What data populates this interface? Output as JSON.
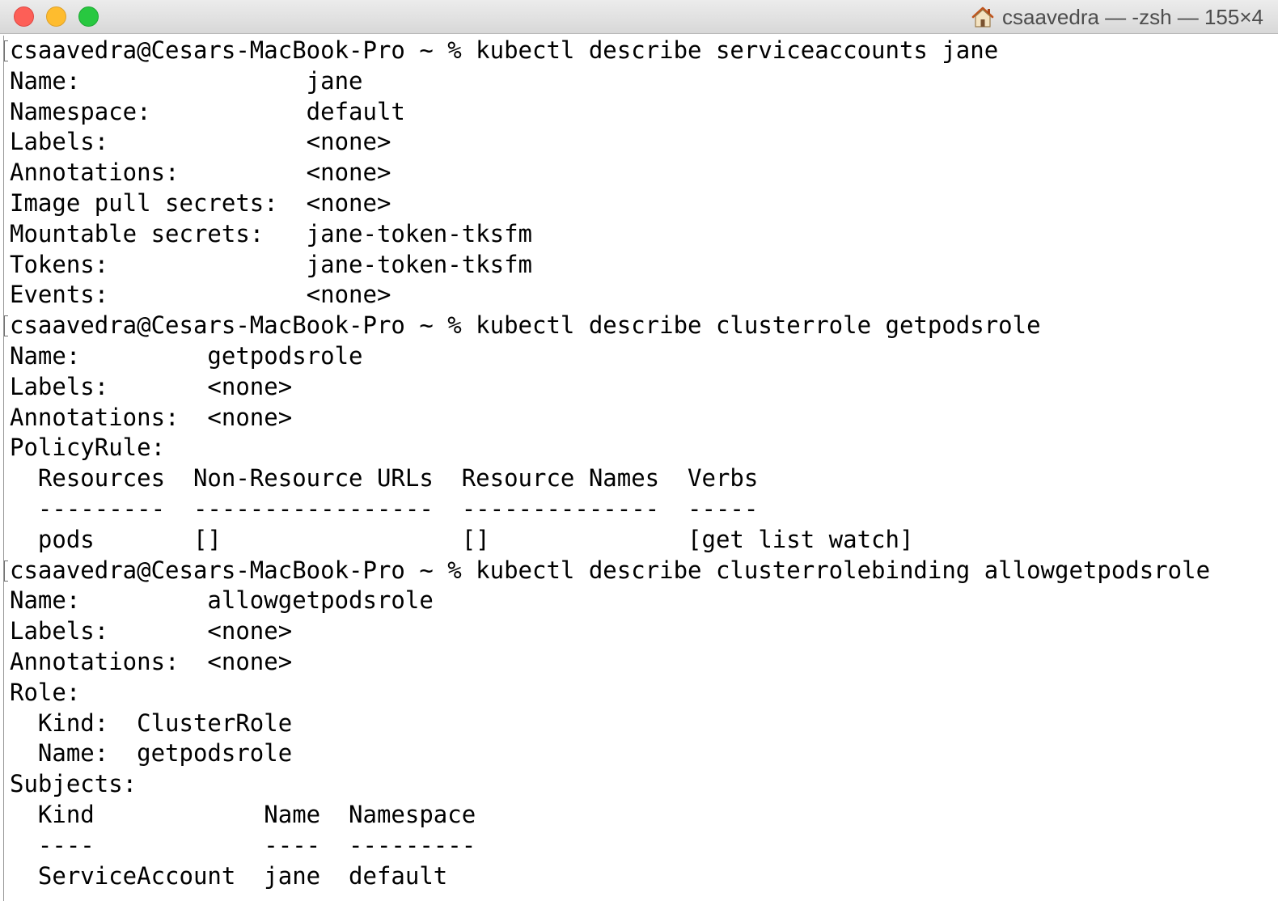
{
  "window": {
    "title": "csaavedra — -zsh — 155×4"
  },
  "terminal": {
    "lines": [
      "csaavedra@Cesars-MacBook-Pro ~ % kubectl describe serviceaccounts jane",
      "Name:                jane",
      "Namespace:           default",
      "Labels:              <none>",
      "Annotations:         <none>",
      "Image pull secrets:  <none>",
      "Mountable secrets:   jane-token-tksfm",
      "Tokens:              jane-token-tksfm",
      "Events:              <none>",
      "csaavedra@Cesars-MacBook-Pro ~ % kubectl describe clusterrole getpodsrole",
      "Name:         getpodsrole",
      "Labels:       <none>",
      "Annotations:  <none>",
      "PolicyRule:",
      "  Resources  Non-Resource URLs  Resource Names  Verbs",
      "  ---------  -----------------  --------------  -----",
      "  pods       []                 []              [get list watch]",
      "csaavedra@Cesars-MacBook-Pro ~ % kubectl describe clusterrolebinding allowgetpodsrole",
      "Name:         allowgetpodsrole",
      "Labels:       <none>",
      "Annotations:  <none>",
      "Role:",
      "  Kind:  ClusterRole",
      "  Name:  getpodsrole",
      "Subjects:",
      "  Kind            Name  Namespace",
      "  ----            ----  ---------",
      "  ServiceAccount  jane  default"
    ]
  }
}
